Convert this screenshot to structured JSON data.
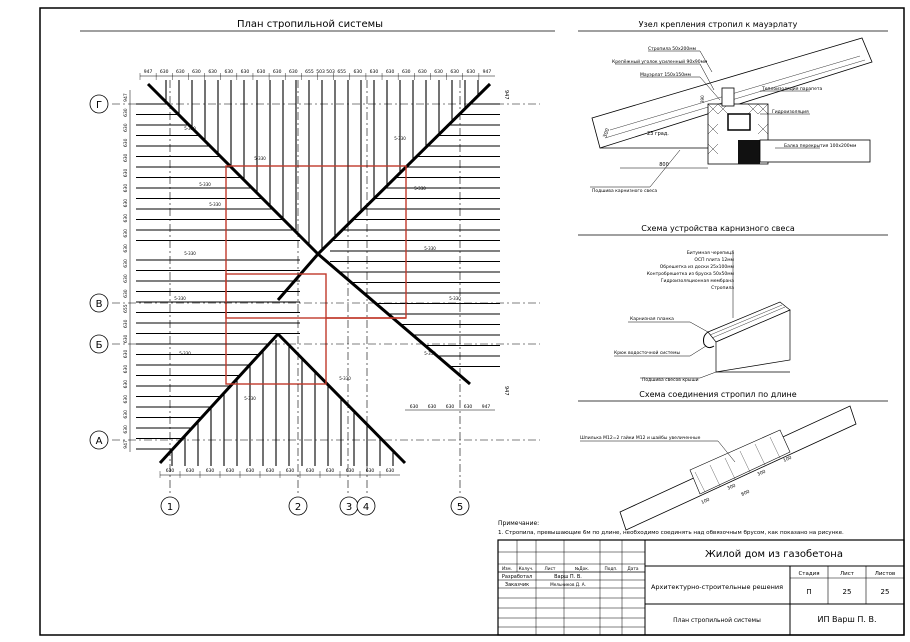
{
  "plan": {
    "title": "План стропильной системы",
    "top_dims": [
      "947",
      "630",
      "630",
      "630",
      "630",
      "630",
      "630",
      "630",
      "630",
      "630",
      "655",
      "503 503",
      "655",
      "630",
      "630",
      "630",
      "630",
      "630",
      "630",
      "630",
      "630",
      "947"
    ],
    "bottom_dims": [
      "630",
      "630",
      "630",
      "630",
      "630",
      "630",
      "630",
      "630",
      "630",
      "630",
      "630",
      "630"
    ],
    "left_dims": [
      "947",
      "630",
      "630",
      "630",
      "630",
      "630",
      "630",
      "630",
      "630",
      "630",
      "630",
      "630",
      "630",
      "630",
      "655",
      "630",
      "630",
      "630",
      "630",
      "630",
      "630",
      "630",
      "630",
      "947"
    ],
    "right_dims_top": "947",
    "right_dims_bottom": "947",
    "lower_right_dims": [
      "630",
      "630",
      "630",
      "630",
      "947"
    ],
    "axes_rows": [
      {
        "label": "Г"
      },
      {
        "label": "В"
      },
      {
        "label": "Б"
      },
      {
        "label": "А"
      }
    ],
    "axes_cols": [
      {
        "label": "1"
      },
      {
        "label": "2"
      },
      {
        "label": "3"
      },
      {
        "label": "4"
      },
      {
        "label": "5"
      }
    ],
    "plan_labels": [
      "5-330",
      "5-330",
      "5-330",
      "5-330",
      "5-330",
      "5-330",
      "5-330",
      "5-330",
      "5-330",
      "5-330",
      "5-330",
      "5-330",
      "5-330",
      "5-330"
    ]
  },
  "node": {
    "title": "Узел крепления стропил к мауэрлату",
    "labels": [
      "Стропила 50х200мм",
      "Крепёжный уголок усиленный 90х90мм",
      "Мауэрлат 150х150мм",
      "Теплоизоляция парапета",
      "Гидроизоляция",
      "Балка перекрытия 100х200мм",
      "Подшива карнизного свеса"
    ],
    "angle": "23 град.",
    "dim_overhang": "800",
    "dim_height": "300",
    "dim_small": "390"
  },
  "eave": {
    "title": "Схема устройства карнизного свеса",
    "layers": [
      "Битумная черепица",
      "ОСП плита 12мм",
      "Обрешетка из доски 25х100мм",
      "Контробрешетка из бруска 50х50мм",
      "Гидроизоляционная мембрана",
      "Стропила"
    ],
    "labels": [
      "Карнизная планка",
      "Крюк водосточной системы",
      "Подшива свесов крыши"
    ]
  },
  "joint": {
    "title": "Схема соединения стропил по длине",
    "label": "Шпилька М12=2 гайки М12 и шайбы увеличенные",
    "dims": [
      "100",
      "300",
      "300",
      "100",
      "800"
    ]
  },
  "note": {
    "heading": "Примечание:",
    "text": "1. Стропила, превышающие 6м по длине, необходимо соединять над обвязочным брусом, как показано на рисунке."
  },
  "stamp": {
    "project": "Жилой дом из газобетона",
    "section": "Архитектурно-строительные решения",
    "sheet_name": "План стропильной системы",
    "company": "ИП Варш П. В.",
    "col_headers": [
      "Изм.",
      "Колуч.",
      "Лист",
      "№Док.",
      "Подп.",
      "Дата"
    ],
    "row1": {
      "role": "Разработал",
      "name": "Варш П. В."
    },
    "row2": {
      "role": "Заказчик",
      "name": "Мельников Д. А."
    },
    "stage_label": "Стадия",
    "sheet_label": "Лист",
    "sheets_label": "Листов",
    "stage": "П",
    "sheet": "25",
    "sheets": "25"
  }
}
